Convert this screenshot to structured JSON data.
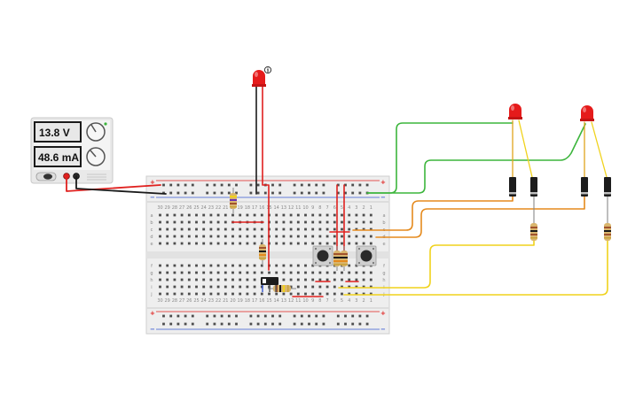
{
  "power_supply": {
    "voltage": "13.8 V",
    "current": "48.6 mA"
  },
  "breadboard": {
    "column_numbers": [
      "30",
      "29",
      "28",
      "27",
      "26",
      "25",
      "24",
      "23",
      "22",
      "21",
      "20",
      "19",
      "18",
      "17",
      "16",
      "15",
      "14",
      "13",
      "12",
      "11",
      "10",
      "9",
      "8",
      "7",
      "6",
      "5",
      "4",
      "3",
      "2",
      "1"
    ],
    "row_letters_top": [
      "j",
      "i",
      "h",
      "g",
      "f"
    ],
    "row_letters_bottom": [
      "e",
      "d",
      "c",
      "b",
      "a"
    ],
    "rail_plus": "+",
    "rail_minus": "−"
  },
  "indicator_led": {
    "info_symbol": "i"
  },
  "colors": {
    "wire_red": "#e0211f",
    "wire_black": "#1a1a1a",
    "wire_green": "#3cb53c",
    "wire_orange": "#e58a1d",
    "wire_yellow": "#f0d21c",
    "led_red": "#e51b1b",
    "board": "#efefef"
  }
}
